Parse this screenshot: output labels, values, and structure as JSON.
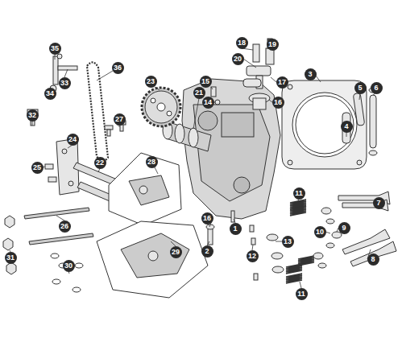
{
  "diagram": {
    "labels": [
      "35",
      "36",
      "33",
      "34",
      "23",
      "21",
      "15",
      "14",
      "18",
      "19",
      "20",
      "17",
      "16",
      "3",
      "5",
      "6",
      "4",
      "32",
      "27",
      "24",
      "25",
      "22",
      "28",
      "16",
      "11",
      "7",
      "9",
      "10",
      "1",
      "2",
      "13",
      "12",
      "8",
      "11",
      "26",
      "31",
      "30",
      "29"
    ]
  }
}
